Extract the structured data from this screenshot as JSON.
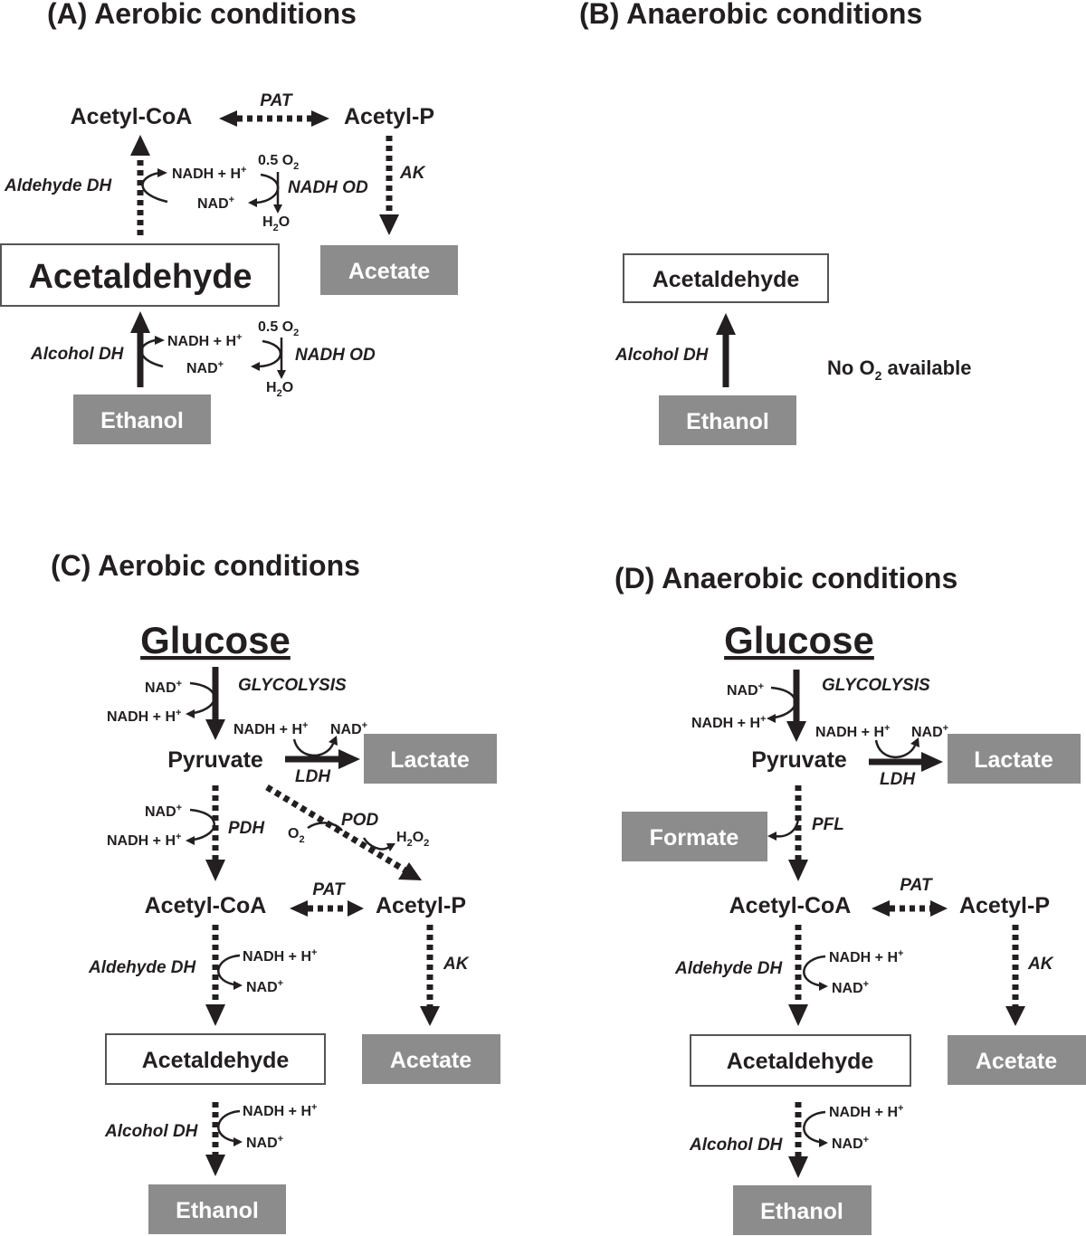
{
  "panels": {
    "a": {
      "title": "(A) Aerobic conditions",
      "acetyl_coa": "Acetyl-CoA",
      "acetyl_p": "Acetyl-P",
      "pat": "PAT",
      "ak": "AK",
      "aldehyde_dh": "Aldehyde DH",
      "alcohol_dh": "Alcohol DH",
      "nadh_od_1": "NADH OD",
      "nadh_od_2": "NADH OD",
      "acetaldehyde": "Acetaldehyde",
      "acetate": "Acetate",
      "ethanol": "Ethanol",
      "nadh_h_1": "NADH + H",
      "nad_1": "NAD",
      "o2_1": "0.5 O",
      "h2o_1": "H",
      "nadh_h_2": "NADH + H",
      "nad_2": "NAD",
      "o2_2": "0.5 O",
      "h2o_2": "H"
    },
    "b": {
      "title": "(B) Anaerobic conditions",
      "acetaldehyde": "Acetaldehyde",
      "alcohol_dh": "Alcohol DH",
      "ethanol": "Ethanol",
      "no_o2_pre": "No O",
      "no_o2_post": " available"
    },
    "c": {
      "title": "(C) Aerobic conditions",
      "glucose": "Glucose",
      "glycolysis": "GLYCOLYSIS",
      "nad_g": "NAD",
      "nadh_g": "NADH + H",
      "pyruvate": "Pyruvate",
      "nadh_ldh": "NADH + H",
      "nad_ldh": "NAD",
      "ldh": "LDH",
      "lactate": "Lactate",
      "nad_pdh": "NAD",
      "nadh_pdh": "NADH + H",
      "pdh": "PDH",
      "pod": "POD",
      "o2": "O",
      "h2o2": "H",
      "acetyl_coa": "Acetyl-CoA",
      "acetyl_p": "Acetyl-P",
      "pat": "PAT",
      "ak": "AK",
      "aldehyde_dh": "Aldehyde DH",
      "nadh_ald": "NADH + H",
      "nad_ald": "NAD",
      "acetaldehyde": "Acetaldehyde",
      "acetate": "Acetate",
      "alcohol_dh": "Alcohol DH",
      "nadh_alc": "NADH + H",
      "nad_alc": "NAD",
      "ethanol": "Ethanol"
    },
    "d": {
      "title": "(D) Anaerobic conditions",
      "glucose": "Glucose",
      "glycolysis": "GLYCOLYSIS",
      "nad_g": "NAD",
      "nadh_g": "NADH + H",
      "pyruvate": "Pyruvate",
      "nadh_ldh": "NADH + H",
      "nad_ldh": "NAD",
      "ldh": "LDH",
      "lactate": "Lactate",
      "pfl": "PFL",
      "formate": "Formate",
      "acetyl_coa": "Acetyl-CoA",
      "acetyl_p": "Acetyl-P",
      "pat": "PAT",
      "ak": "AK",
      "aldehyde_dh": "Aldehyde DH",
      "nadh_ald": "NADH + H",
      "nad_ald": "NAD",
      "acetaldehyde": "Acetaldehyde",
      "acetate": "Acetate",
      "alcohol_dh": "Alcohol DH",
      "nadh_alc": "NADH + H",
      "nad_alc": "NAD",
      "ethanol": "Ethanol"
    }
  },
  "symbols": {
    "plus": "+",
    "two": "2",
    "o": "O",
    "o2_symbol": "O",
    "h2o2_tail": "O"
  },
  "colors": {
    "ink": "#231f20",
    "box_fill": "#8c8c8c",
    "box_text": "#ffffff",
    "box_border": "#555555"
  }
}
